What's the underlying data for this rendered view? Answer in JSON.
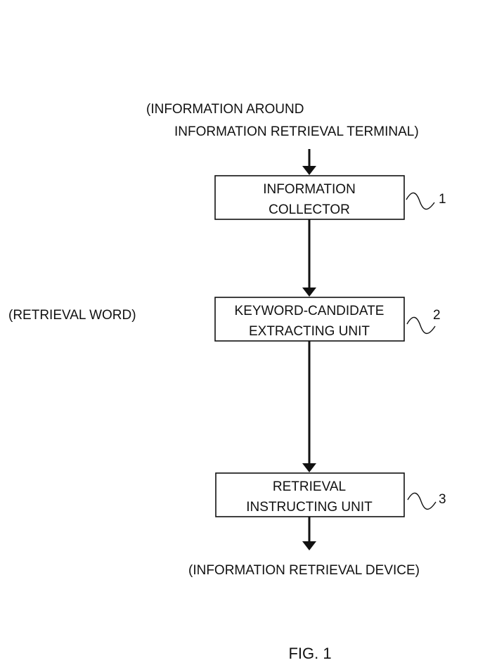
{
  "input_label": {
    "line1": "(INFORMATION AROUND",
    "line2": "INFORMATION RETRIEVAL TERMINAL)"
  },
  "side_label": "(RETRIEVAL WORD)",
  "blocks": [
    {
      "line1": "INFORMATION",
      "line2": "COLLECTOR",
      "ref": "1"
    },
    {
      "line1": "KEYWORD-CANDIDATE",
      "line2": "EXTRACTING UNIT",
      "ref": "2"
    },
    {
      "line1": "RETRIEVAL",
      "line2": "INSTRUCTING UNIT",
      "ref": "3"
    }
  ],
  "output_label": "(INFORMATION RETRIEVAL DEVICE)",
  "figure_label": "FIG. 1"
}
